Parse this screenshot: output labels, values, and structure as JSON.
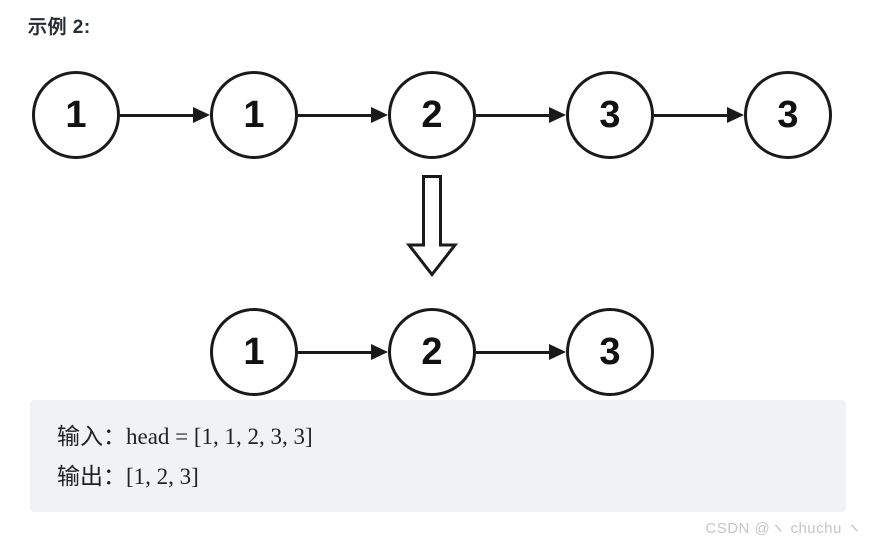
{
  "title": "示例 2:",
  "diagram": {
    "before_list": {
      "nodes": [
        "1",
        "1",
        "2",
        "3",
        "3"
      ]
    },
    "transform_icon": "hollow-down-arrow",
    "after_list": {
      "nodes": [
        "1",
        "2",
        "3"
      ]
    }
  },
  "example_block": {
    "input_label": "输入：",
    "input_value": "head = [1, 1, 2, 3, 3]",
    "output_label": "输出：",
    "output_value": "[1, 2, 3]"
  },
  "watermark": "CSDN @ヽ chuchu ヽ",
  "colors": {
    "node_stroke": "#1a1a1a",
    "node_fill": "#ffffff",
    "arrow": "#1a1a1a",
    "title_text": "#262c33",
    "code_block_bg": "#f0f2f4",
    "code_text": "#212121",
    "watermark_text": "#c3c6ca",
    "page_bg": "#ffffff"
  }
}
